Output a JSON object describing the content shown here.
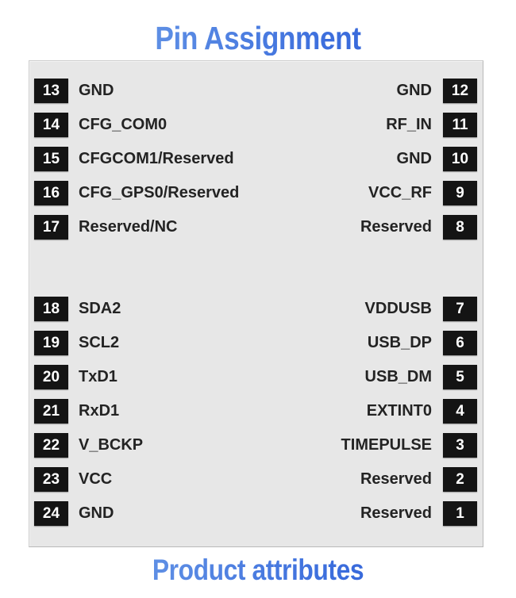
{
  "title": "Pin Assignment",
  "footer": "Product attributes",
  "colors": {
    "heading_gradient_start": "#78a6ea",
    "heading_gradient_end": "#2a58d4",
    "panel_background": "#e7e7e7",
    "badge_background": "#141414",
    "badge_text": "#ffffff",
    "label_text": "#232323",
    "page_background": "#ffffff"
  },
  "pin_groups": [
    {
      "name": "upper-group",
      "rows": [
        {
          "left_pin": "13",
          "left_signal": "GND",
          "right_signal": "GND",
          "right_pin": "12"
        },
        {
          "left_pin": "14",
          "left_signal": "CFG_COM0",
          "right_signal": "RF_IN",
          "right_pin": "11"
        },
        {
          "left_pin": "15",
          "left_signal": "CFGCOM1/Reserved",
          "right_signal": "GND",
          "right_pin": "10"
        },
        {
          "left_pin": "16",
          "left_signal": "CFG_GPS0/Reserved",
          "right_signal": "VCC_RF",
          "right_pin": "9"
        },
        {
          "left_pin": "17",
          "left_signal": "Reserved/NC",
          "right_signal": "Reserved",
          "right_pin": "8"
        }
      ]
    },
    {
      "name": "lower-group",
      "rows": [
        {
          "left_pin": "18",
          "left_signal": "SDA2",
          "right_signal": "VDDUSB",
          "right_pin": "7"
        },
        {
          "left_pin": "19",
          "left_signal": "SCL2",
          "right_signal": "USB_DP",
          "right_pin": "6"
        },
        {
          "left_pin": "20",
          "left_signal": "TxD1",
          "right_signal": "USB_DM",
          "right_pin": "5"
        },
        {
          "left_pin": "21",
          "left_signal": "RxD1",
          "right_signal": "EXTINT0",
          "right_pin": "4"
        },
        {
          "left_pin": "22",
          "left_signal": "V_BCKP",
          "right_signal": "TIMEPULSE",
          "right_pin": "3"
        },
        {
          "left_pin": "23",
          "left_signal": "VCC",
          "right_signal": "Reserved",
          "right_pin": "2"
        },
        {
          "left_pin": "24",
          "left_signal": "GND",
          "right_signal": "Reserved",
          "right_pin": "1"
        }
      ]
    }
  ]
}
